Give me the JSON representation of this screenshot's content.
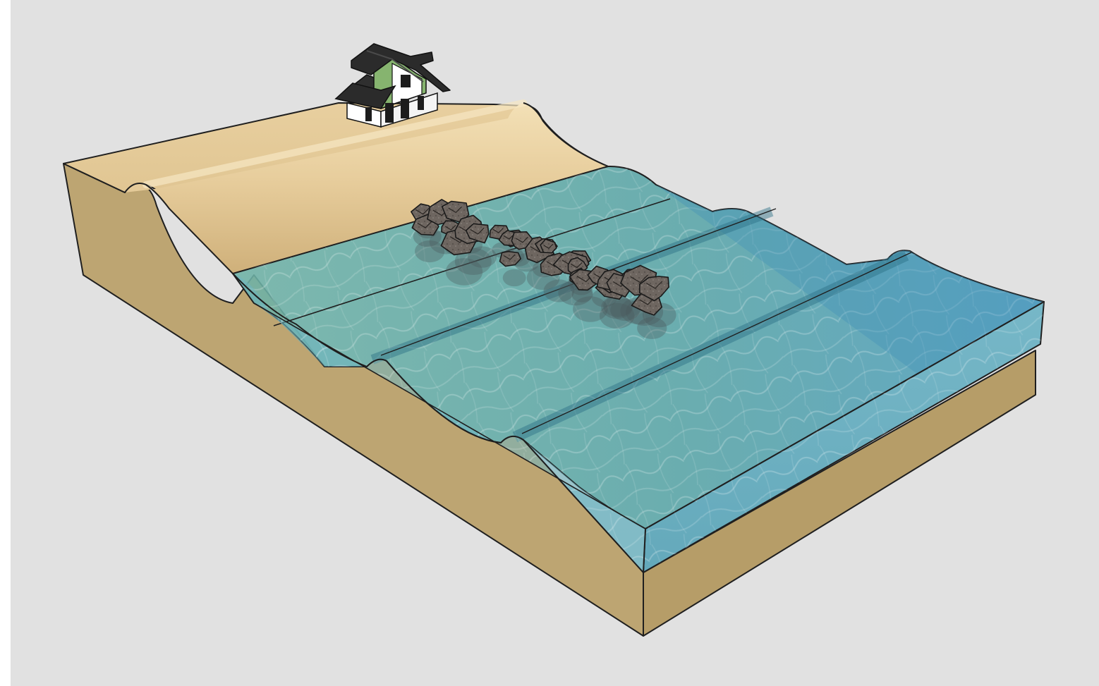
{
  "scene": {
    "subject": "coastal-block-diagram",
    "elements": [
      "beach-dune",
      "house",
      "rock-breakwater",
      "sea-water-with-wave-crests",
      "sand-base"
    ],
    "wave_crest_count": 3
  },
  "colors": {
    "background": "#e1e1e1",
    "page_margin": "#ffffff",
    "sand_side": "#bda572",
    "sand_face": "#b9a06b",
    "sand_top": "#e2c898",
    "sand_highlight": "#f1dcb0",
    "water_top": "#5fa9a6",
    "water_deep": "#3f8fb2",
    "water_side": "#58a9b8",
    "rock": "#6e6660",
    "rock_dark": "#3f3a36",
    "house_wall": "#ffffff",
    "house_trim": "#7fb06a",
    "house_roof": "#2f2f2f",
    "outline": "#1f1f1f"
  }
}
